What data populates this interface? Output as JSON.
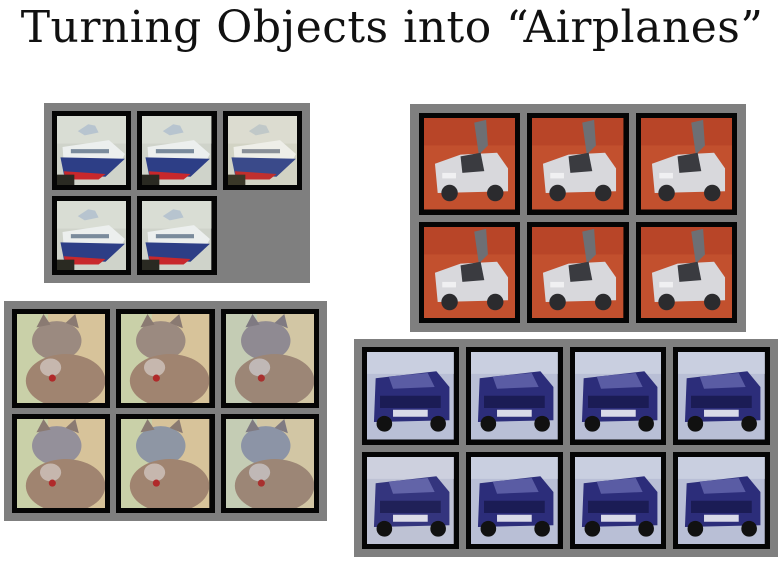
{
  "title": "Turning Objects into “Airplanes”",
  "panels": [
    {
      "name": "ship",
      "columns": 3,
      "tiles": 5
    },
    {
      "name": "car",
      "columns": 3,
      "tiles": 6
    },
    {
      "name": "cat",
      "columns": 3,
      "tiles": 6
    },
    {
      "name": "truck",
      "columns": 4,
      "tiles": 8
    }
  ],
  "colors": {
    "panel_background": "#7f7f7f",
    "tile_border": "#050505",
    "ship_sky": "#c9cdc4",
    "ship_hull": "#2d3e86",
    "ship_stripe": "#c8282c",
    "car_background": "#c2502e",
    "car_body": "#d8d8dc",
    "cat_fur": "#9b8a80",
    "cat_background": "#d7c39a",
    "truck_body": "#2c2d7a",
    "truck_background": "#b9bfd6"
  }
}
